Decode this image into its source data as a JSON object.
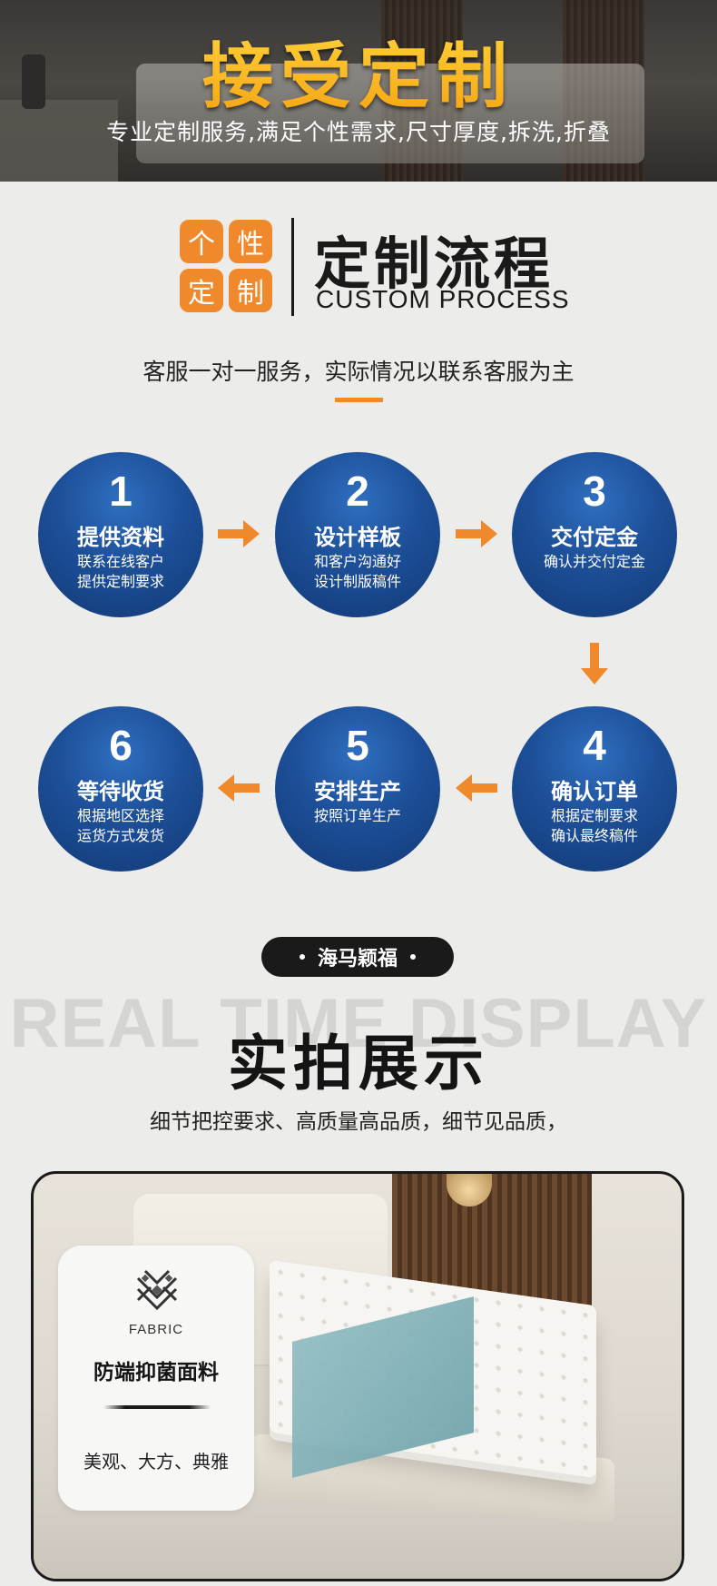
{
  "hero": {
    "title": "接受定制",
    "subtitle": "专业定制服务,满足个性需求,尺寸厚度,拆洗,折叠"
  },
  "process": {
    "badge": [
      "个",
      "性",
      "定",
      "制"
    ],
    "title_cn": "定制流程",
    "title_en": "CUSTOM PROCESS",
    "description": "客服一对一服务，实际情况以联系客服为主",
    "accent_color": "#f0892b",
    "circle_color": "#1d4f98",
    "steps": [
      {
        "num": "1",
        "title": "提供资料",
        "desc": "联系在线客户\n提供定制要求"
      },
      {
        "num": "2",
        "title": "设计样板",
        "desc": "和客户沟通好\n设计制版稿件"
      },
      {
        "num": "3",
        "title": "交付定金",
        "desc": "确认并交付定金"
      },
      {
        "num": "4",
        "title": "确认订单",
        "desc": "根据定制要求\n确认最终稿件"
      },
      {
        "num": "5",
        "title": "安排生产",
        "desc": "按照订单生产"
      },
      {
        "num": "6",
        "title": "等待收货",
        "desc": "根据地区选择\n运货方式发货"
      }
    ]
  },
  "display": {
    "brand": "海马颖福",
    "watermark": "REAL TIME DISPLAY",
    "title": "实拍展示",
    "description": "细节把控要求、高质量高品质，细节见品质，"
  },
  "feature_card": {
    "icon": "fabric-weave-icon",
    "label": "FABRIC",
    "title": "防端抑菌面料",
    "description": "美观、大方、典雅"
  }
}
